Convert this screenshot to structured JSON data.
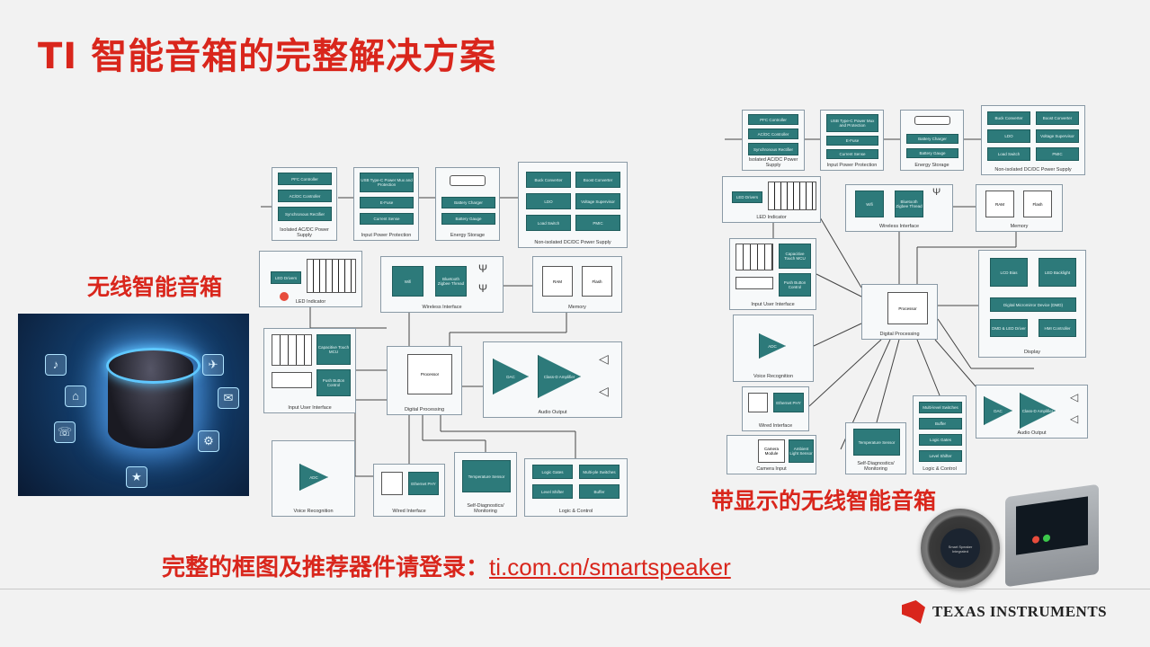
{
  "slide": {
    "title": "TI 智能音箱的完整解决方案",
    "label_wireless": "无线智能音箱",
    "label_display": "带显示的无线智能音箱",
    "cta_prefix": "完整的框图及推荐器件请登录：",
    "cta_link": "ti.com.cn/smartspeaker",
    "brand": "TEXAS INSTRUMENTS"
  },
  "diagram_left": {
    "blocks": {
      "acdc": {
        "caption": "Isolated AC/DC Power Supply",
        "items": [
          "PFC Controller",
          "AC/DC Controller",
          "Synchronous Rectifier"
        ]
      },
      "input_power": {
        "caption": "Input Power Protection",
        "items": [
          "USB Type-C Power Mux and Protection",
          "E-Fuse",
          "Current Sense"
        ]
      },
      "energy": {
        "caption": "Energy Storage",
        "items": [
          "Battery Charger",
          "Battery Gauge"
        ]
      },
      "dcdc": {
        "caption": "Non-isolated DC/DC Power Supply",
        "items": [
          "Buck Converter",
          "Boost Converter",
          "LDO",
          "Voltage Supervisor",
          "Load Switch",
          "PMIC"
        ]
      },
      "led": {
        "caption": "LED Indicator",
        "items": [
          "LED Drivers"
        ]
      },
      "wireless": {
        "caption": "Wireless Interface",
        "items": [
          "Wifi",
          "Bluetooth Zigbee Thread"
        ]
      },
      "memory": {
        "caption": "Memory",
        "items": [
          "RAM",
          "Flash"
        ]
      },
      "input_ui": {
        "caption": "Input User Interface",
        "items": [
          "Capacitive Touch MCU",
          "Push Button Control"
        ]
      },
      "dp": {
        "caption": "Digital Processing",
        "items": [
          "Processor"
        ]
      },
      "audio": {
        "caption": "Audio Output",
        "items": [
          "DAC",
          "Class-D Amplifier"
        ]
      },
      "voice": {
        "caption": "Voice Recognition",
        "items": [
          "ADC"
        ]
      },
      "wired": {
        "caption": "Wired Interface",
        "items": [
          "Ethernet PHY"
        ]
      },
      "diag": {
        "caption": "Self-Diagnostics/ Monitoring",
        "items": [
          "Temperature Sensor"
        ]
      },
      "logic": {
        "caption": "Logic & Control",
        "items": [
          "Logic Gates",
          "Multi-ple Switches",
          "Level Shifter",
          "Buffer"
        ]
      }
    }
  },
  "diagram_right": {
    "blocks": {
      "acdc": {
        "caption": "Isolated AC/DC Power Supply",
        "items": [
          "PFC Controller",
          "AC/DC Controller",
          "Synchronous Rectifier"
        ]
      },
      "input_power": {
        "caption": "Input Power Protection",
        "items": [
          "USB Type-C Power Mux and Protection",
          "E-Fuse",
          "Current Sense"
        ]
      },
      "energy": {
        "caption": "Energy Storage",
        "items": [
          "Battery Charger",
          "Battery Gauge"
        ]
      },
      "dcdc": {
        "caption": "Non-isolated DC/DC Power Supply",
        "items": [
          "Buck Converter",
          "Boost Converter",
          "LDO",
          "Voltage Supervisor",
          "Load Switch",
          "PMIC"
        ]
      },
      "led": {
        "caption": "LED Indicator",
        "items": [
          "LED Drivers"
        ]
      },
      "wireless": {
        "caption": "Wireless Interface",
        "items": [
          "Wifi",
          "Bluetooth Zigbee Thread"
        ]
      },
      "memory": {
        "caption": "Memory",
        "items": [
          "RAM",
          "Flash"
        ]
      },
      "input_ui": {
        "caption": "Input User Interface",
        "items": [
          "Capacitive Touch MCU",
          "Push Button Control"
        ]
      },
      "dp": {
        "caption": "Digital Processing",
        "items": [
          "Processor"
        ]
      },
      "display": {
        "caption": "Display",
        "items": [
          "LCD Bias",
          "LED Backlight",
          "Digital Micromirror Device (DMD)",
          "DMD & LED Driver",
          "HMI Controller"
        ]
      },
      "voice": {
        "caption": "Voice Recognition",
        "items": [
          "ADC"
        ]
      },
      "wired": {
        "caption": "Wired Interface",
        "items": [
          "Ethernet PHY"
        ]
      },
      "camera": {
        "caption": "Camera Input",
        "items": [
          "Camera Module",
          "Ambient Light Sensor"
        ]
      },
      "diag": {
        "caption": "Self-Diagnostics/ Monitoring",
        "items": [
          "Temperature Sensor"
        ]
      },
      "logic": {
        "caption": "Logic & Control",
        "items": [
          "Multi-level Switches",
          "Buffer",
          "Logic Gates",
          "Level Shifter"
        ]
      },
      "audio": {
        "caption": "Audio Output",
        "items": [
          "DAC",
          "Class-D Amplifier"
        ]
      }
    }
  },
  "device_caption": "Smart Speaker Integrated"
}
